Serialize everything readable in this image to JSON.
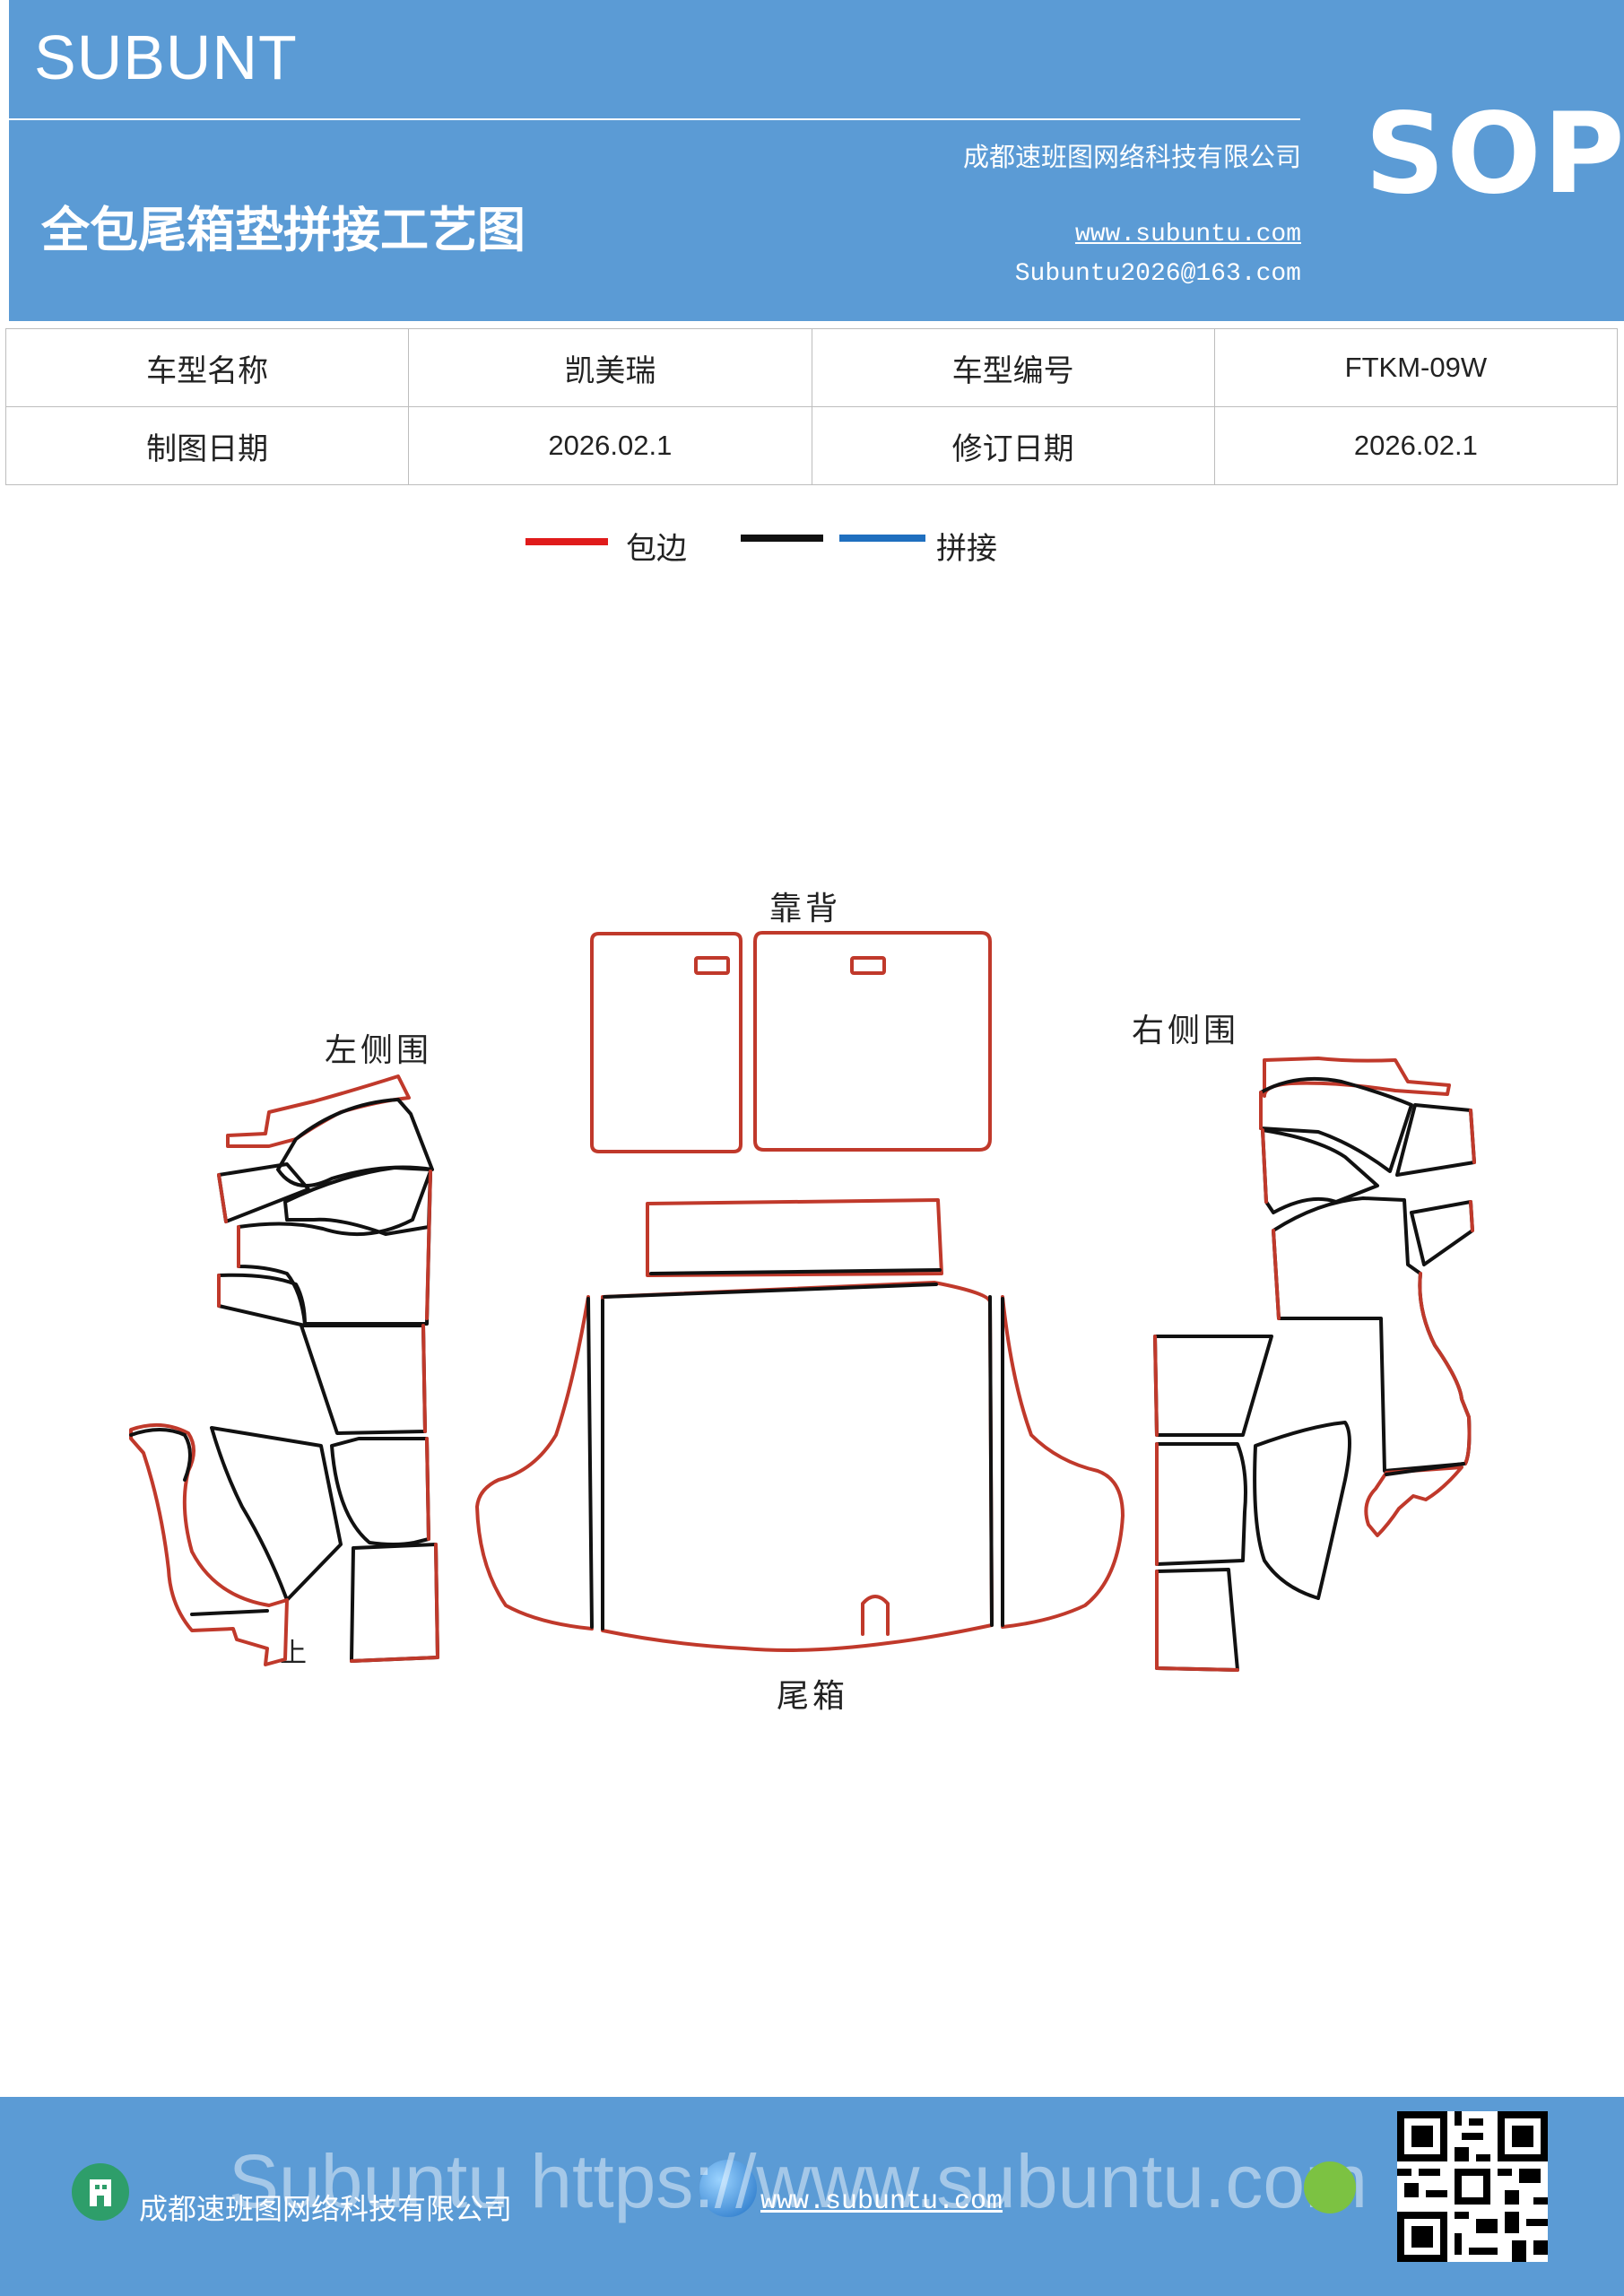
{
  "header": {
    "brand": "SUBUNT",
    "title": "全包尾箱垫拼接工艺图",
    "company": "成都速班图网络科技有限公司",
    "website": "www.subuntu.com",
    "email": "Subuntu2026@163.com",
    "badge": "SOP"
  },
  "info_table": {
    "rows": [
      [
        "车型名称",
        "凯美瑞",
        "车型编号",
        "FTKM-09W"
      ],
      [
        "制图日期",
        "2026.02.1",
        "修订日期",
        "2026.02.1"
      ]
    ]
  },
  "legend": {
    "items": [
      {
        "label": "包边",
        "colors": [
          "#e01b1b"
        ]
      },
      {
        "label": "拼接",
        "colors": [
          "#111111",
          "#1f6fbf"
        ]
      }
    ]
  },
  "diagram": {
    "labels": {
      "back": "靠背",
      "left_side": "左侧围",
      "right_side": "右侧围",
      "trunk": "尾箱",
      "up_mark": "上"
    },
    "colors": {
      "edge": "#c0392b",
      "seam": "#111111"
    }
  },
  "footer": {
    "company": "成都速班图网络科技有限公司",
    "website": "www.subuntu.com",
    "overlay": "Subuntu https://www.subuntu.com",
    "icons": [
      "building-icon",
      "globe-icon",
      "wechat-icon",
      "qr-code-icon"
    ]
  }
}
